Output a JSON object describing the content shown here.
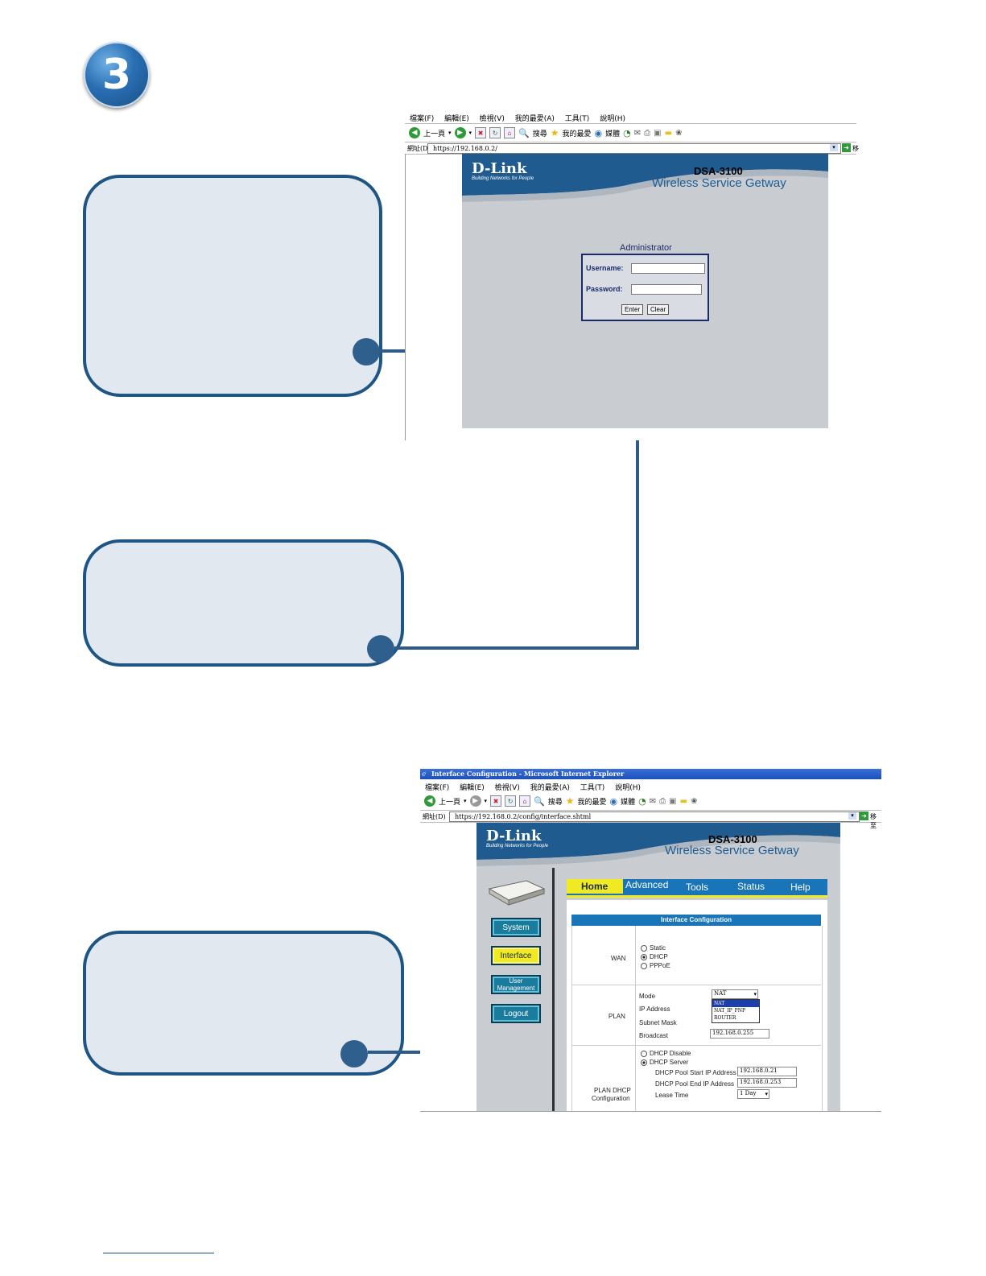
{
  "step": {
    "number": "3"
  },
  "browser1": {
    "menu": [
      "檔案(F)",
      "編輯(E)",
      "檢視(V)",
      "我的最愛(A)",
      "工具(T)",
      "說明(H)"
    ],
    "back_label": "上一頁",
    "search_label": "搜尋",
    "favorites_label": "我的最愛",
    "media_label": "媒體",
    "address_label": "網址(D)",
    "url": "https://192.168.0.2/",
    "go_label": "移"
  },
  "login_page": {
    "logo": "D-Link",
    "tagline": "Building Networks for People",
    "model": "DSA-3100",
    "product": "Wireless Service Getway",
    "panel_title": "Administrator",
    "username_label": "Username:",
    "password_label": "Password:",
    "enter_button": "Enter",
    "clear_button": "Clear"
  },
  "browser2": {
    "title": "Interface Configuration - Microsoft Internet Explorer",
    "menu": [
      "檔案(F)",
      "編輯(E)",
      "檢視(V)",
      "我的最愛(A)",
      "工具(T)",
      "說明(H)"
    ],
    "back_label": "上一頁",
    "search_label": "搜尋",
    "favorites_label": "我的最愛",
    "media_label": "媒體",
    "address_label": "網址(D)",
    "url": "https://192.168.0.2/config/interface.shtml",
    "go_label": "移至"
  },
  "config_page": {
    "logo": "D-Link",
    "tagline": "Building Networks for People",
    "model": "DSA-3100",
    "product": "Wireless Service Getway",
    "side_buttons": [
      "System",
      "Interface",
      "User Management",
      "Logout"
    ],
    "tabs": [
      "Home",
      "Advanced",
      "Tools",
      "Status",
      "Help"
    ],
    "section_title": "Interface Configuration",
    "wan_label": "WAN",
    "wan_options": [
      "Static",
      "DHCP",
      "PPPoE"
    ],
    "wan_selected": "DHCP",
    "plan_label": "PLAN",
    "mode_label": "Mode",
    "mode_value": "NAT",
    "mode_options": [
      "NAT",
      "NAT_IP_PNP",
      "ROUTER"
    ],
    "ip_label": "IP Address",
    "subnet_label": "Subnet Mask",
    "broadcast_label": "Broadcast",
    "broadcast_value": "192.168.0.255",
    "dhcp_label_1": "PLAN DHCP",
    "dhcp_label_2": "Configuration",
    "dhcp_disable": "DHCP Disable",
    "dhcp_server": "DHCP Server",
    "pool_start_label": "DHCP Pool Start IP Address",
    "pool_start_value": "192.168.0.21",
    "pool_end_label": "DHCP Pool End IP Address",
    "pool_end_value": "192.168.0.253",
    "lease_label": "Lease Time",
    "lease_value": "1 Day"
  }
}
